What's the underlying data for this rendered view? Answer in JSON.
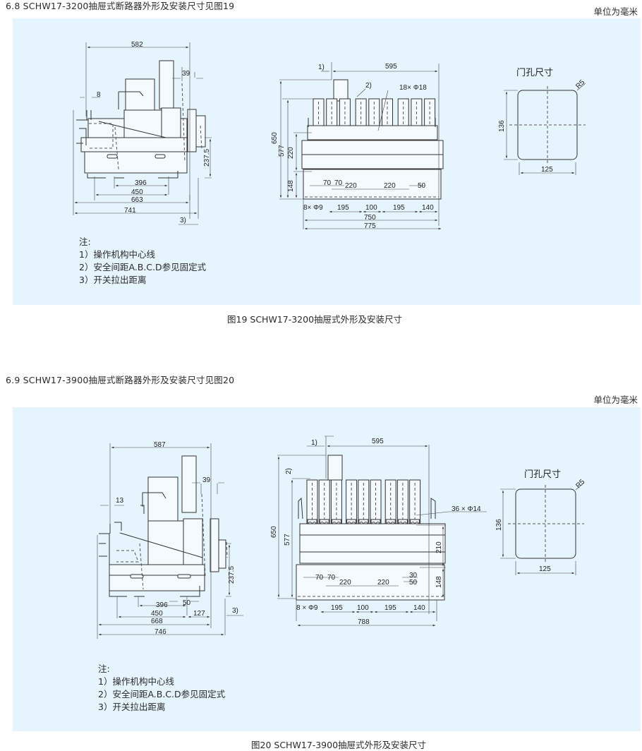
{
  "sections": [
    {
      "title": "6.8 SCHW17-3200抽屉式断路器外形及安装尺寸见图19",
      "unit": "单位为毫米",
      "caption": "图19 SCHW17-3200抽屉式外形及安装尺寸",
      "side_view": {
        "dims": {
          "top_width": "582",
          "right_offset": "39",
          "left_offset": "8",
          "height": "237.5",
          "d396": "396",
          "d450": "450",
          "d663": "663",
          "d741": "741",
          "pullout": "3)"
        }
      },
      "front_view": {
        "dims": {
          "ref1": "1)",
          "width_top": "595",
          "ref2": "2)",
          "holes": "18× Φ18",
          "h650": "650",
          "h577": "577",
          "h220": "220",
          "h148": "148",
          "p70a": "70",
          "p70b": "70",
          "p220a": "220",
          "p220b": "220",
          "p50": "50",
          "mount_holes": "8× Φ9",
          "b195a": "195",
          "b100": "100",
          "b195b": "195",
          "b140": "140",
          "w750": "750",
          "w775": "775"
        }
      },
      "door_cutout": {
        "title": "门孔尺寸",
        "radius": "R5",
        "height": "136",
        "width": "125"
      },
      "notes": {
        "heading": "注:",
        "items": [
          "1）操作机构中心线",
          "2）安全间距A.B.C.D参见固定式",
          "3）开关拉出距离"
        ]
      }
    },
    {
      "title": "6.9 SCHW17-3900抽屉式断路器外形及安装尺寸见图20",
      "unit": "单位为毫米",
      "caption": "图20 SCHW17-3900抽屉式外形及安装尺寸",
      "side_view": {
        "dims": {
          "top_width": "587",
          "right_offset": "39",
          "left_offset": "13",
          "height": "237.5",
          "d396": "396",
          "d50": "50",
          "d450": "450",
          "d127": "127",
          "d668": "668",
          "d746": "746",
          "pullout": "3)"
        }
      },
      "front_view": {
        "dims": {
          "ref1": "1)",
          "width_top": "595",
          "ref2": "2)",
          "holes": "36 × Φ14",
          "h650": "650",
          "h577": "577",
          "h210": "210",
          "h148": "148",
          "p70a": "70",
          "p70b": "70",
          "p220a": "220",
          "p220b": "220",
          "p30": "30",
          "p50": "50",
          "mount_holes": "8 × Φ9",
          "b195a": "195",
          "b100": "100",
          "b195b": "195",
          "b140": "140",
          "w788": "788"
        }
      },
      "door_cutout": {
        "title": "门孔尺寸",
        "radius": "R5",
        "height": "136",
        "width": "125"
      },
      "notes": {
        "heading": "注:",
        "items": [
          "1）操作机构中心线",
          "2）安全间距A.B.C.D参见固定式",
          "3）开关拉出距离"
        ]
      }
    }
  ],
  "colors": {
    "panel_bg": "#e6f4fd",
    "line": "#333333"
  }
}
